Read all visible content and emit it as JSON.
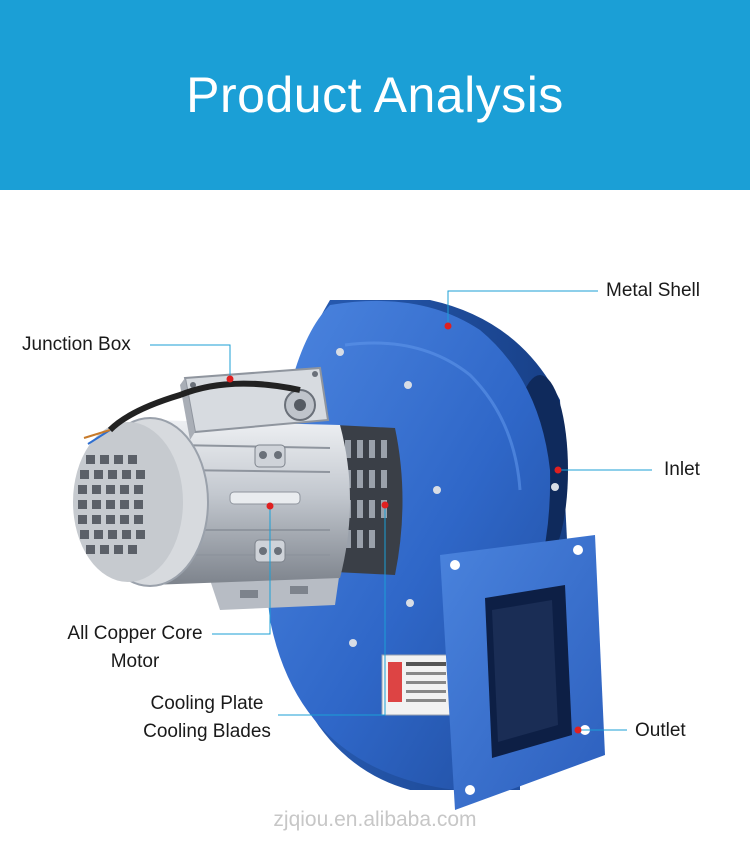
{
  "banner": {
    "title": "Product Analysis",
    "color": "#1b9fd6"
  },
  "labels": {
    "metal_shell": "Metal Shell",
    "junction_box": "Junction Box",
    "inlet": "Inlet",
    "motor_line1": "All Copper Core",
    "motor_line2": "Motor",
    "cooling_line1": "Cooling Plate",
    "cooling_line2": "Cooling Blades",
    "outlet": "Outlet"
  },
  "watermark": "zjqiou.en.alibaba.com",
  "colors": {
    "shell_blue": "#2f67c8",
    "leader_line": "#1b9fd6",
    "marker_dot": "#e02020",
    "motor_silver": "#c8ccd2"
  }
}
